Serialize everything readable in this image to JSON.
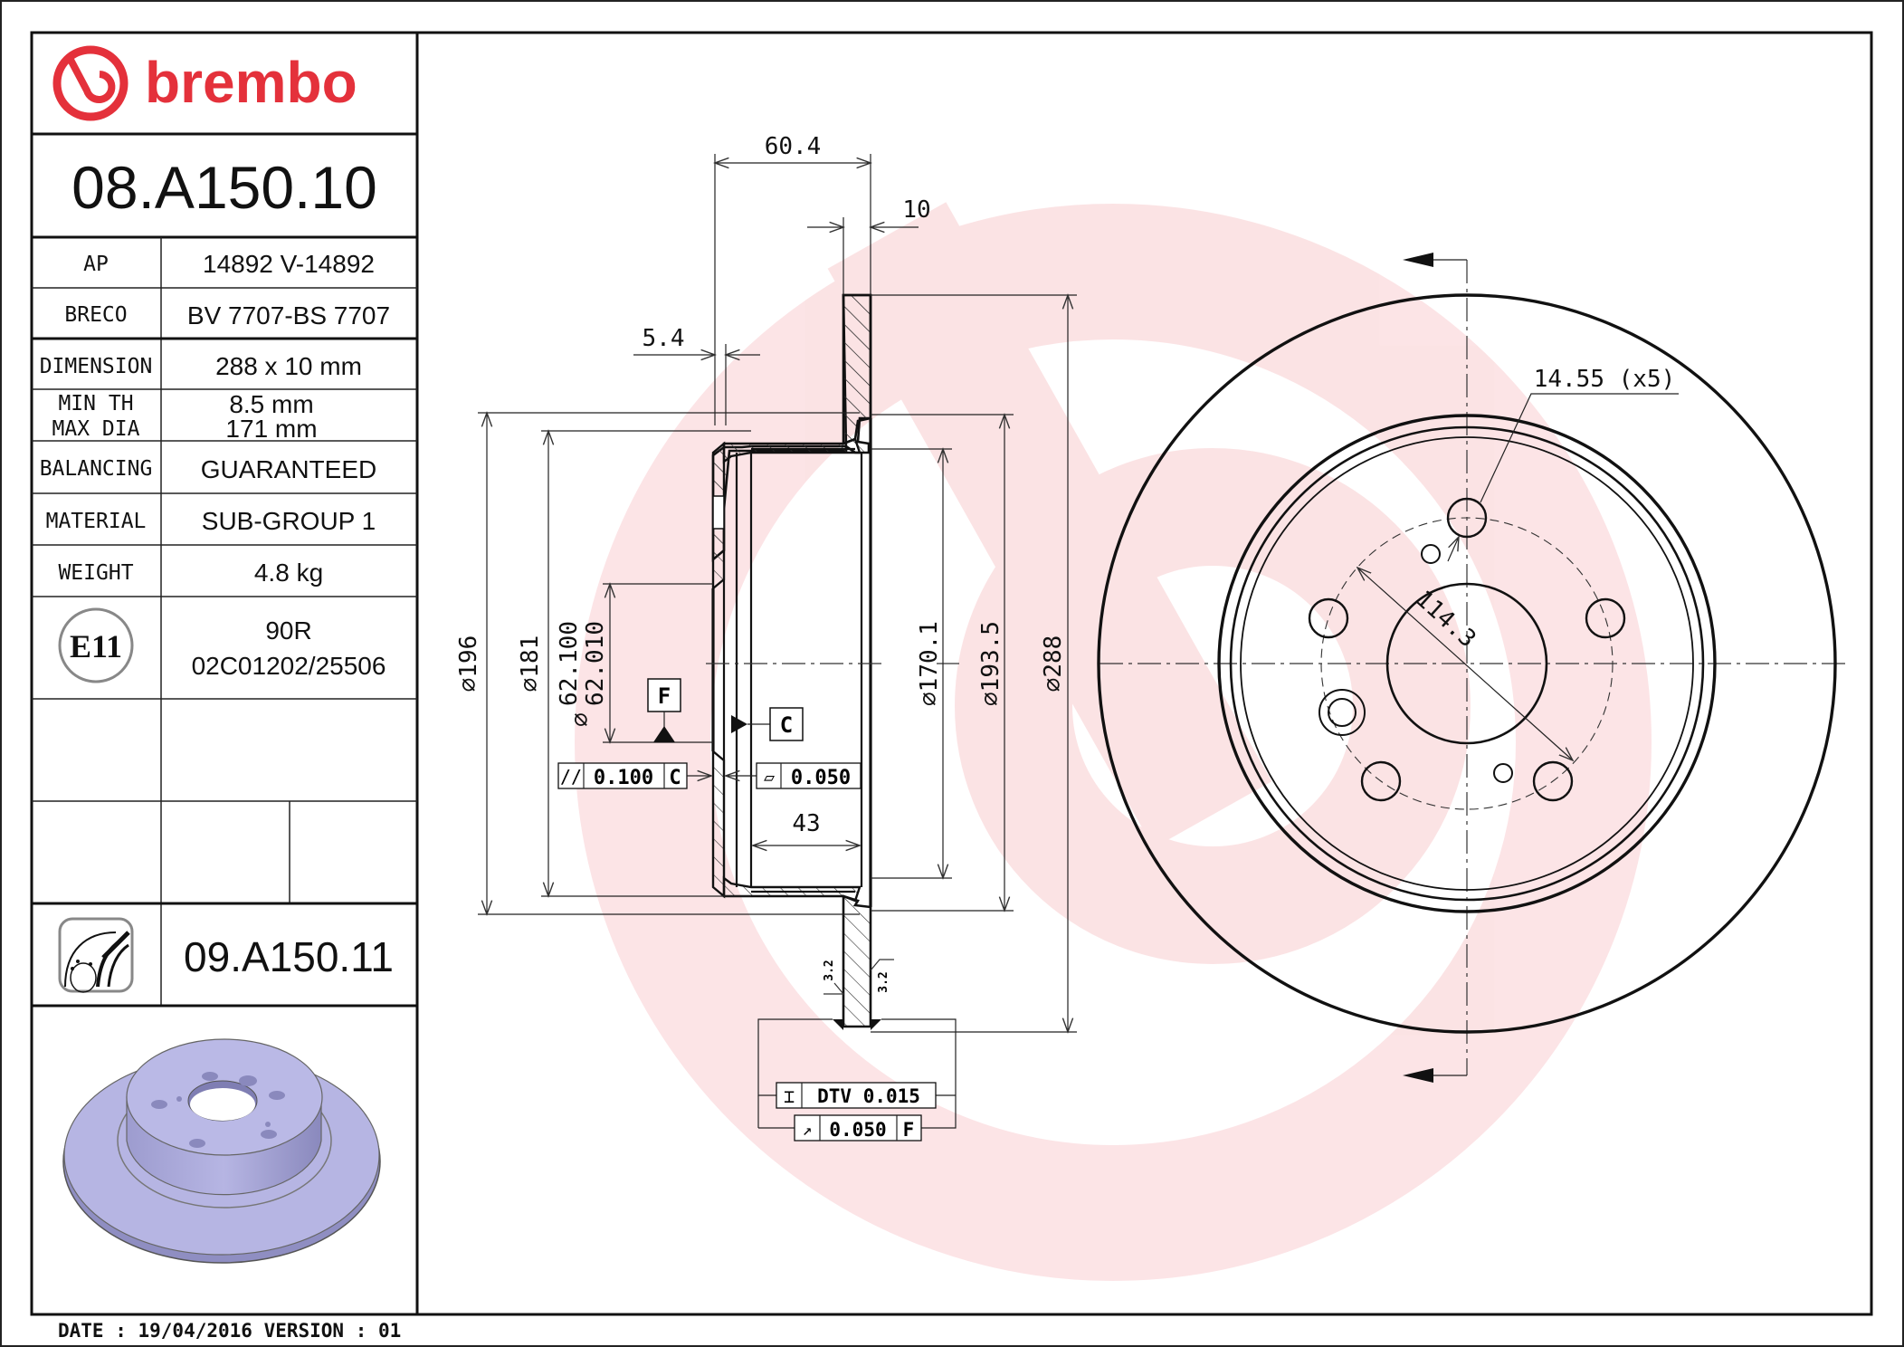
{
  "brand": {
    "name": "brembo",
    "color": "#E4313B"
  },
  "part_number": "08.A150.10",
  "spec_table": [
    {
      "label": "AP",
      "value": "14892 V-14892"
    },
    {
      "label": "BRECO",
      "value": "BV 7707-BS 7707"
    },
    {
      "label": "DIMENSION",
      "value": "288 x 10 mm"
    },
    {
      "label": "MIN TH",
      "value": "8.5 mm"
    },
    {
      "label": "MAX DIA",
      "value": "171 mm"
    },
    {
      "label": "BALANCING",
      "value": "GUARANTEED"
    },
    {
      "label": "MATERIAL",
      "value": "SUB-GROUP 1"
    },
    {
      "label": "WEIGHT",
      "value": "4.8 kg"
    }
  ],
  "approval": {
    "mark": "E11",
    "regulation": "90R",
    "number": "02C01202/25506"
  },
  "related_part": {
    "icon": "disc-with-sensor-icon",
    "number": "09.A150.11"
  },
  "footer": {
    "text": "DATE : 19/04/2016 VERSION : 01"
  },
  "section_view": {
    "dimensions": {
      "overall_height": "60.4",
      "disc_thickness": "10",
      "hat_wall": "5.4",
      "dia_196": "196",
      "dia_181": "181",
      "bore_max": "62.100",
      "bore_min": "62.010",
      "dia_170_1": "170.1",
      "dia_193_5": "193.5",
      "dia_288": "288",
      "hat_inner_depth": "43"
    },
    "datums": {
      "f": "F",
      "c": "C"
    },
    "tolerances": {
      "parallelism": {
        "symbol": "//",
        "value": "0.100",
        "datum": "C"
      },
      "flatness": {
        "symbol": "▱",
        "value": "0.050"
      },
      "dtv": {
        "symbol": "⌶",
        "label": "DTV",
        "value": "0.015"
      },
      "runout": {
        "symbol": "↗",
        "value": "0.050",
        "datum": "F"
      }
    },
    "surface_roughness": [
      "3.2",
      "3.2"
    ]
  },
  "front_view": {
    "bolt_hole_note": "14.55 (x5)",
    "pcd": "114.3"
  },
  "diameter_symbol": "⌀"
}
